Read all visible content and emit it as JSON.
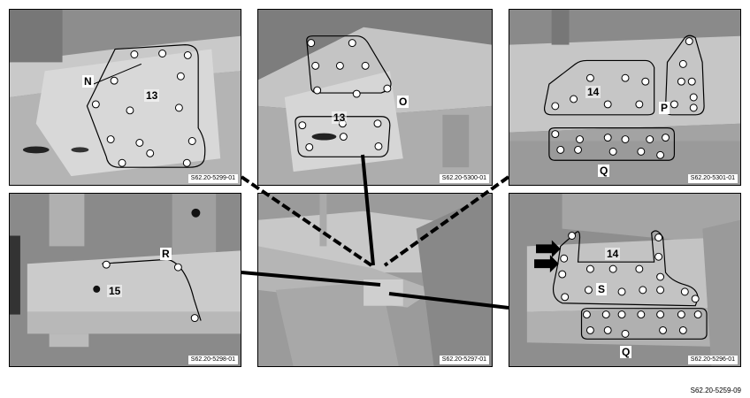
{
  "figure_code": "S62.20-5259-09",
  "panels": {
    "p1": {
      "code": "S62.20-5299-01",
      "labels": {
        "n": "N"
      },
      "nums": {
        "a": "13"
      }
    },
    "p2": {
      "code": "S62.20-5300-01",
      "labels": {
        "o": "O"
      },
      "nums": {
        "a": "13"
      }
    },
    "p3": {
      "code": "S62.20-5301-01",
      "labels": {
        "p": "P",
        "q": "Q"
      },
      "nums": {
        "a": "14"
      }
    },
    "p4": {
      "code": "S62.20-5298-01",
      "labels": {
        "r": "R"
      },
      "nums": {
        "a": "15"
      }
    },
    "p5": {
      "code": "S62.20-5297-01"
    },
    "p6": {
      "code": "S62.20-5296-01",
      "labels": {
        "s": "S",
        "q": "Q"
      },
      "nums": {
        "a": "14"
      }
    }
  }
}
